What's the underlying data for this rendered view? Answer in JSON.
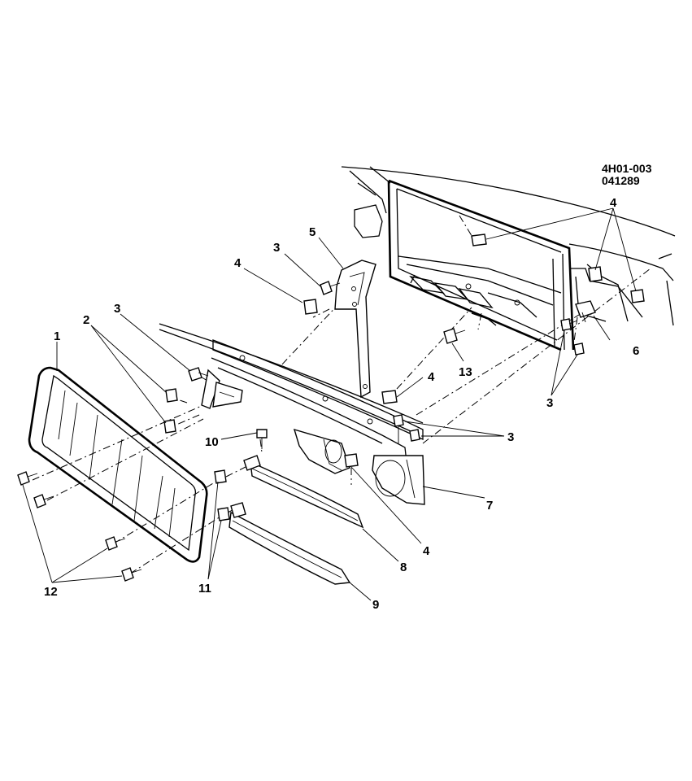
{
  "figure": {
    "codes": [
      "4H01-003",
      "041289"
    ],
    "callouts": [
      {
        "id": "c1",
        "text": "1"
      },
      {
        "id": "c2",
        "text": "2"
      },
      {
        "id": "c3a",
        "text": "3"
      },
      {
        "id": "c3b",
        "text": "3"
      },
      {
        "id": "c3c",
        "text": "3"
      },
      {
        "id": "c3d",
        "text": "3"
      },
      {
        "id": "c4a",
        "text": "4"
      },
      {
        "id": "c4b",
        "text": "4"
      },
      {
        "id": "c4c",
        "text": "4"
      },
      {
        "id": "c4d",
        "text": "4"
      },
      {
        "id": "c5",
        "text": "5"
      },
      {
        "id": "c6",
        "text": "6"
      },
      {
        "id": "c7",
        "text": "7"
      },
      {
        "id": "c8",
        "text": "8"
      },
      {
        "id": "c9",
        "text": "9"
      },
      {
        "id": "c10",
        "text": "10"
      },
      {
        "id": "c11",
        "text": "11"
      },
      {
        "id": "c12",
        "text": "12"
      },
      {
        "id": "c13",
        "text": "13"
      }
    ]
  }
}
